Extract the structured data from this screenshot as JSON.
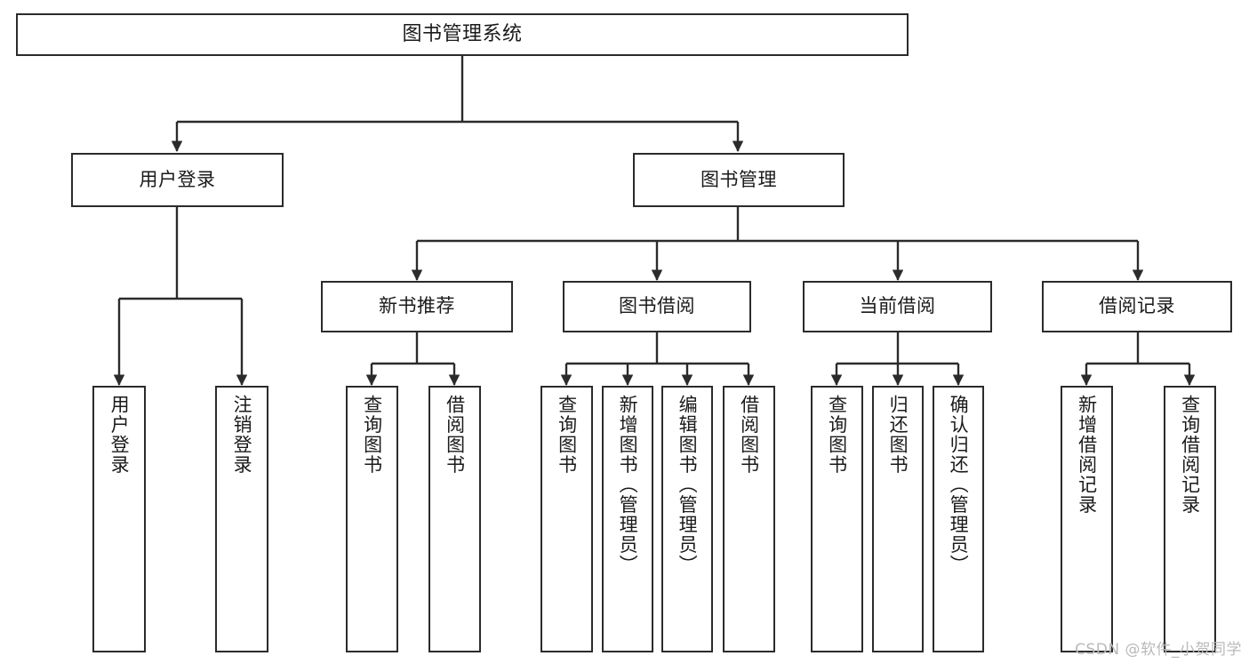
{
  "diagram": {
    "title": "图书管理系统",
    "type": "tree",
    "colors": {
      "stroke": "#2b2b2b",
      "fill": "#ffffff",
      "text": "#1a1a1a",
      "watermark": "#b9b9b9"
    },
    "root": {
      "label": "图书管理系统"
    },
    "level2": [
      {
        "id": "user-login",
        "label": "用户登录"
      },
      {
        "id": "book-manage",
        "label": "图书管理"
      }
    ],
    "level3": [
      {
        "id": "new-book-rec",
        "label": "新书推荐"
      },
      {
        "id": "book-borrow",
        "label": "图书借阅"
      },
      {
        "id": "current-borrow",
        "label": "当前借阅"
      },
      {
        "id": "borrow-record",
        "label": "借阅记录"
      }
    ],
    "leaves": {
      "user_login": [
        {
          "label": "用户登录"
        },
        {
          "label": "注销登录"
        }
      ],
      "new_book_rec": [
        {
          "label": "查询图书"
        },
        {
          "label": "借阅图书"
        }
      ],
      "book_borrow": [
        {
          "label": "查询图书"
        },
        {
          "label": "新增图书（管理员）"
        },
        {
          "label": "编辑图书（管理员）"
        },
        {
          "label": "借阅图书"
        }
      ],
      "current_borrow": [
        {
          "label": "查询图书"
        },
        {
          "label": "归还图书"
        },
        {
          "label": "确认归还（管理员）"
        }
      ],
      "borrow_record": [
        {
          "label": "新增借阅记录"
        },
        {
          "label": "查询借阅记录"
        }
      ]
    }
  },
  "watermark": {
    "text": "CSDN @软件_小贺同学"
  }
}
